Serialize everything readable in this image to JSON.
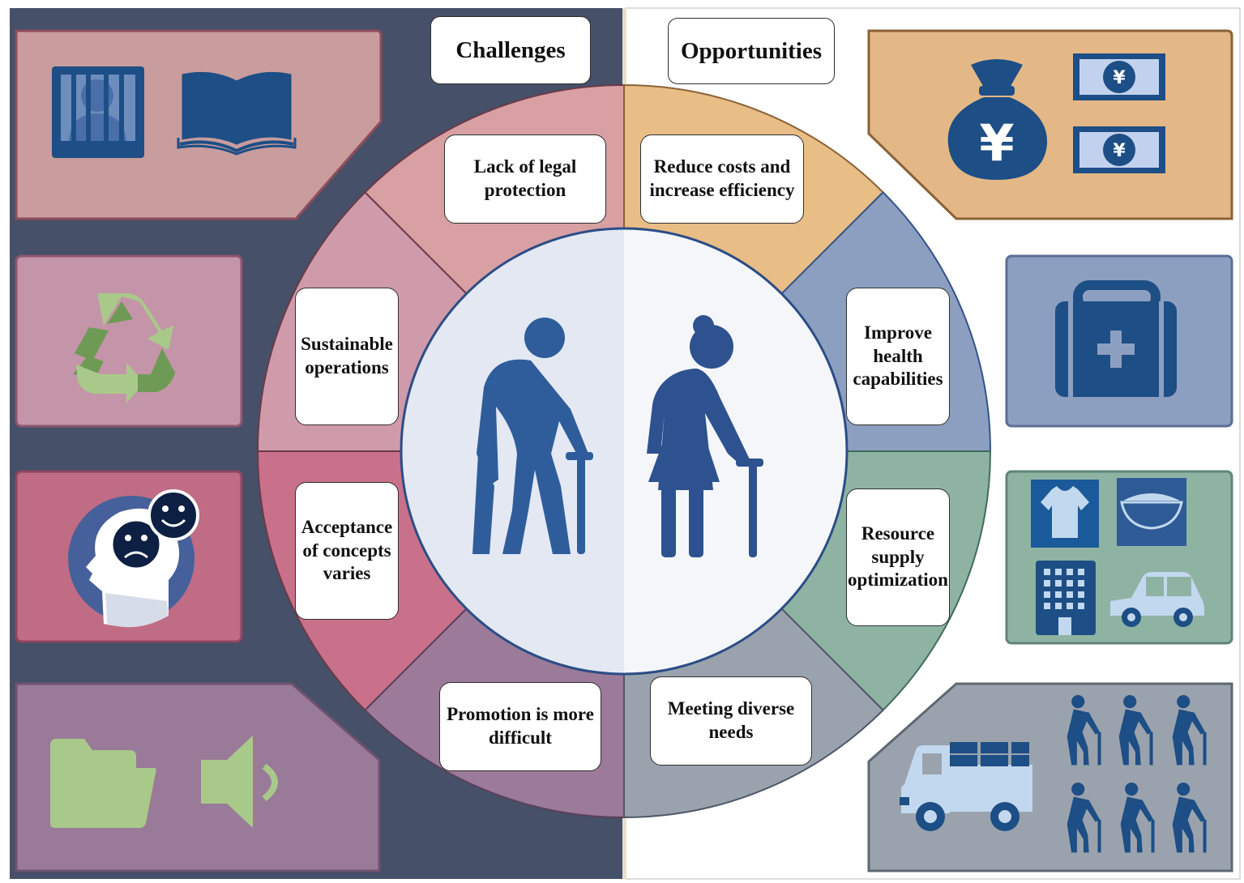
{
  "headers": {
    "challenges": "Challenges",
    "opportunities": "Opportunities"
  },
  "challenges": [
    {
      "label": "Lack of legal\nprotection",
      "color": "#d9a0a3",
      "icons": [
        "prisoner-behind-bars-icon",
        "open-book-icon"
      ]
    },
    {
      "label": "Sustainable\noperations",
      "color": "#cf9aaa",
      "icons": [
        "recycle-icon"
      ]
    },
    {
      "label": "Acceptance\nof concepts\nvaries",
      "color": "#c9718a",
      "icons": [
        "head-with-emotions-icon"
      ]
    },
    {
      "label": "Promotion is more\ndifficult",
      "color": "#9b7a9a",
      "icons": [
        "folder-icon",
        "speaker-icon"
      ]
    }
  ],
  "opportunities": [
    {
      "label": "Reduce costs and\nincrease efficiency",
      "color": "#e8bd86",
      "icons": [
        "money-bag-icon",
        "banknote-icon"
      ]
    },
    {
      "label": "Improve\nhealth\ncapabilities",
      "color": "#8d9fc1",
      "icons": [
        "medical-kit-icon"
      ]
    },
    {
      "label": "Resource\nsupply\noptimization",
      "color": "#8fb3a3",
      "icons": [
        "tshirt-icon",
        "bowl-icon",
        "building-icon",
        "car-icon"
      ]
    },
    {
      "label": "Meeting diverse\nneeds",
      "color": "#9aa3ad",
      "icons": [
        "delivery-truck-icon",
        "elderly-group-icon"
      ]
    }
  ],
  "center": {
    "icons": [
      "elderly-man-with-cane-icon",
      "elderly-woman-with-cane-icon"
    ]
  },
  "colors": {
    "left_background": "#465068",
    "right_background": "#ffffff",
    "icon_blue": "#1d4e85",
    "icon_green": "#a9c98a",
    "center_circle": "#e3e8f3"
  }
}
